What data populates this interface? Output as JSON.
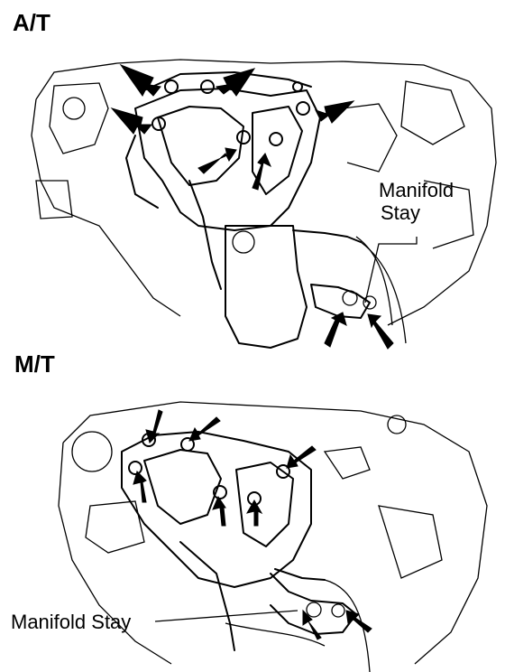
{
  "panels": {
    "top": {
      "label": "A/T",
      "callout": [
        "Manifold",
        "Stay"
      ]
    },
    "bottom": {
      "label": "M/T",
      "callout": "Manifold Stay"
    }
  },
  "colors": {
    "ink": "#000000",
    "background": "#ffffff"
  }
}
